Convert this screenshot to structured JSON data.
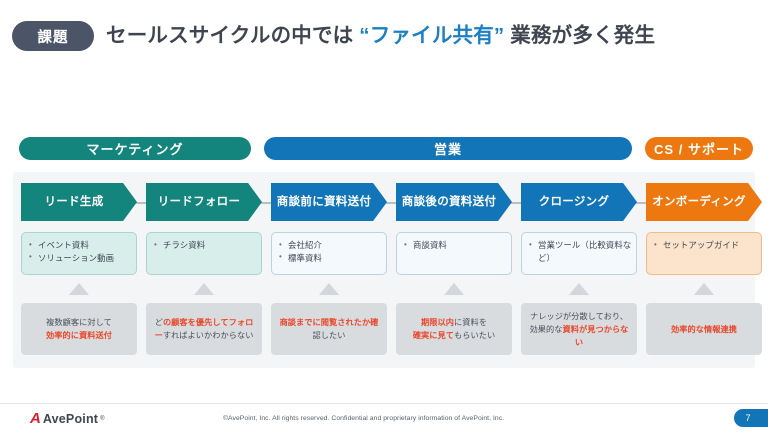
{
  "header": {
    "badge": "課題",
    "title_part1": "セールスサイクルの中では ",
    "title_highlight": "“ファイル共有”",
    "title_part2": " 業務が多く発生"
  },
  "categories": [
    {
      "label": "マーケティング",
      "color": "#14857c"
    },
    {
      "label": "営業",
      "color": "#1175b8"
    },
    {
      "label": "CS / サポート",
      "color": "#ee7810"
    }
  ],
  "stages": [
    {
      "label": "リード生成",
      "color": "#14857c"
    },
    {
      "label": "リードフォロー",
      "color": "#14857c"
    },
    {
      "label": "商談前に\n資料送付",
      "line1": "商談前に",
      "line2": "資料送付",
      "color": "#1175b8"
    },
    {
      "label": "商談後の\n資料送付",
      "line1": "商談後の",
      "line2": "資料送付",
      "color": "#1175b8"
    },
    {
      "label": "クロージング",
      "color": "#1175b8"
    },
    {
      "label": "オンボーディング",
      "color": "#ee7810"
    }
  ],
  "assets": [
    {
      "tone": "teal",
      "items": [
        "イベント資料",
        "ソリューション動画"
      ]
    },
    {
      "tone": "teal",
      "items": [
        "チラシ資料"
      ]
    },
    {
      "tone": "lblue",
      "items": [
        "会社紹介",
        "標準資料"
      ]
    },
    {
      "tone": "lblue",
      "items": [
        "商談資料"
      ]
    },
    {
      "tone": "lblue",
      "items": [
        "営業ツール（比較資料など）"
      ]
    },
    {
      "tone": "peach",
      "items": [
        "セットアップガイド"
      ]
    }
  ],
  "pain_points": [
    {
      "segments": [
        {
          "text": "複数顧客に対して",
          "red": false,
          "break_after": true
        },
        {
          "text": "効率的に資料送付",
          "red": true,
          "break_after": false
        }
      ]
    },
    {
      "segments": [
        {
          "text": "ど",
          "red": false,
          "break_after": false
        },
        {
          "text": "の顧客を優先してフォロー",
          "red": true,
          "break_after": false
        },
        {
          "text": "すればよいかわからない",
          "red": false,
          "break_after": false
        }
      ]
    },
    {
      "segments": [
        {
          "text": "商談までに閲覧されたか確",
          "red": true,
          "break_after": false
        },
        {
          "text": "認したい",
          "red": false,
          "break_after": false
        }
      ]
    },
    {
      "segments": [
        {
          "text": "期限以内",
          "red": true,
          "break_after": false
        },
        {
          "text": "に資料を",
          "red": false,
          "break_after": true
        },
        {
          "text": "確実に見て",
          "red": true,
          "break_after": false
        },
        {
          "text": "もらいたい",
          "red": false,
          "break_after": false
        }
      ]
    },
    {
      "segments": [
        {
          "text": "ナレッジが分散しており、効果的な",
          "red": false,
          "break_after": false
        },
        {
          "text": "資料が見つからない",
          "red": true,
          "break_after": false
        }
      ]
    },
    {
      "segments": [
        {
          "text": "効率的な情報連携",
          "red": true,
          "break_after": false
        }
      ]
    }
  ],
  "footer": {
    "logo_mark": "A",
    "logo_text": "AvePoint",
    "logo_tm": "®",
    "copyright": "©AvePoint, Inc. All rights reserved. Confidential and proprietary information of AvePoint, Inc.",
    "page_number": "7"
  }
}
